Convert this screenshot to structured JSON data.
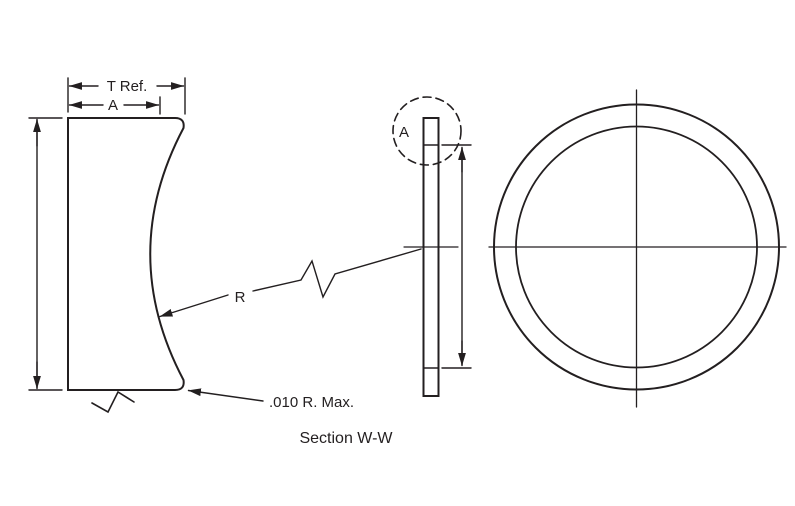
{
  "drawing": {
    "background": "#ffffff",
    "line_color": "#231f20",
    "labels": {
      "thickness_ref": "T Ref.",
      "dim_a": "A",
      "radius": "R",
      "corner_radius_note": ".010 R. Max.",
      "caption": "Section W-W",
      "detail_marker": "A"
    }
  }
}
